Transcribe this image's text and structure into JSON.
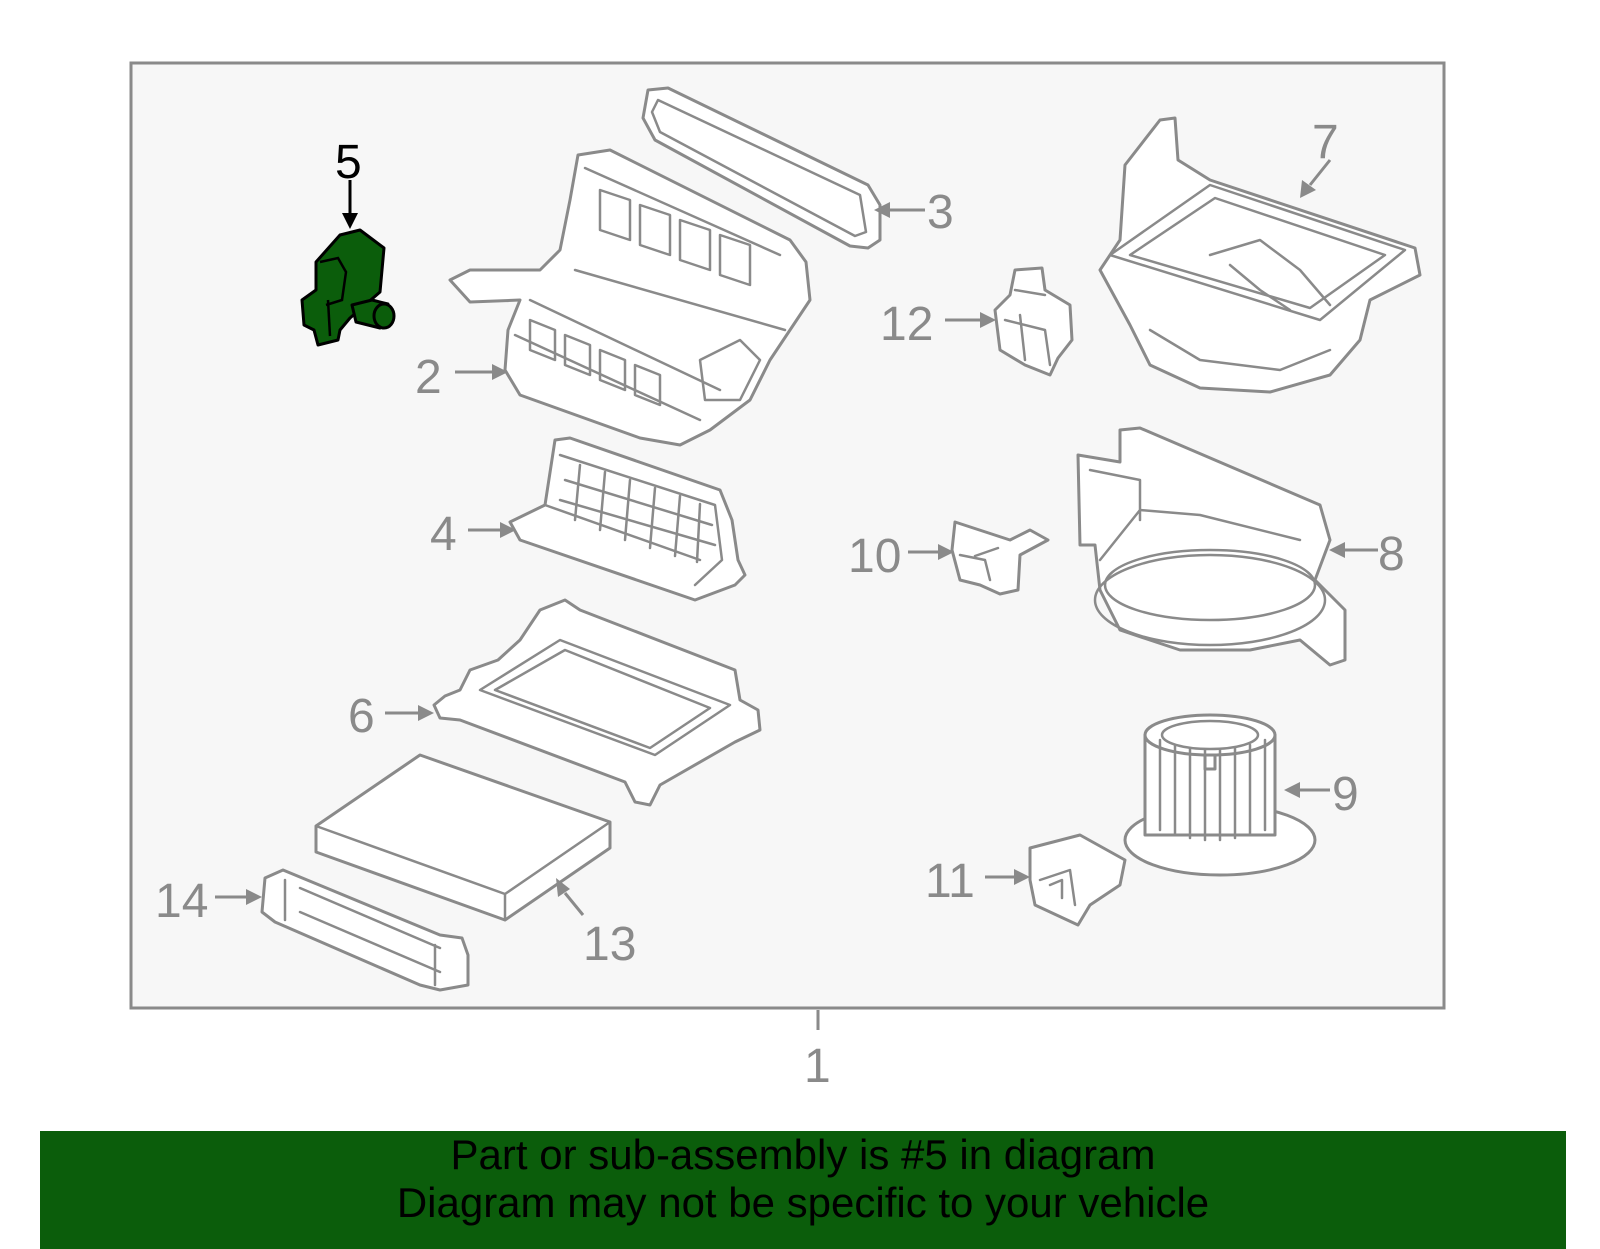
{
  "diagram": {
    "highlight_color": "#0b5d0b",
    "labels": {
      "l1": "1",
      "l2": "2",
      "l3": "3",
      "l4": "4",
      "l5": "5",
      "l6": "6",
      "l7": "7",
      "l8": "8",
      "l9": "9",
      "l10": "10",
      "l11": "11",
      "l12": "12",
      "l13": "13",
      "l14": "14"
    }
  },
  "banner": {
    "line1": "Part or sub-assembly is #5 in diagram",
    "line2": "Diagram may not be specific to your vehicle"
  }
}
